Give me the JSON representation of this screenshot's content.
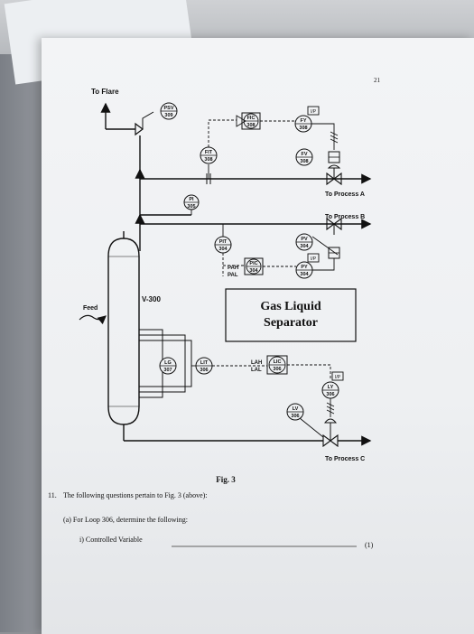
{
  "page_number": "21",
  "diagram": {
    "labels": {
      "to_flare": "To Flare",
      "to_process_a": "To Process A",
      "to_process_b": "To Process B",
      "to_process_c": "To Process C",
      "feed": "Feed",
      "vessel": "V-300",
      "separator_line1": "Gas Liquid",
      "separator_line2": "Separator",
      "pah": "PAH",
      "pal": "PAL",
      "lah": "LAH",
      "lal": "LAL"
    },
    "instruments": {
      "psv": {
        "letters": "PSV",
        "number": "309"
      },
      "fit": {
        "letters": "FIT",
        "number": "308"
      },
      "fic": {
        "letters": "FIC",
        "number": "308"
      },
      "fy_top": {
        "letters": "FY",
        "number": "308"
      },
      "fv": {
        "letters": "FV",
        "number": "308"
      },
      "pi": {
        "letters": "PI",
        "number": "305"
      },
      "pit": {
        "letters": "PIT",
        "number": "304"
      },
      "pic": {
        "letters": "PIC",
        "number": "304"
      },
      "pv": {
        "letters": "PV",
        "number": "304"
      },
      "py": {
        "letters": "PY",
        "number": "304"
      },
      "lg": {
        "letters": "LG",
        "number": "307"
      },
      "lit": {
        "letters": "LIT",
        "number": "306"
      },
      "lic": {
        "letters": "LIC",
        "number": "306"
      },
      "ly": {
        "letters": "LY",
        "number": "306"
      },
      "lv": {
        "letters": "LV",
        "number": "306"
      }
    },
    "converter_labels": {
      "ip_top": "I/P",
      "ip_mid": "I/P",
      "ip_low": "I/P"
    }
  },
  "figure_caption": "Fig. 3",
  "question": {
    "number": "11.",
    "intro": "The following questions pertain to Fig. 3 (above):",
    "part_a": "(a) For Loop 306, determine the following:",
    "sub_i": "i) Controlled Variable",
    "marks": "(1)"
  }
}
